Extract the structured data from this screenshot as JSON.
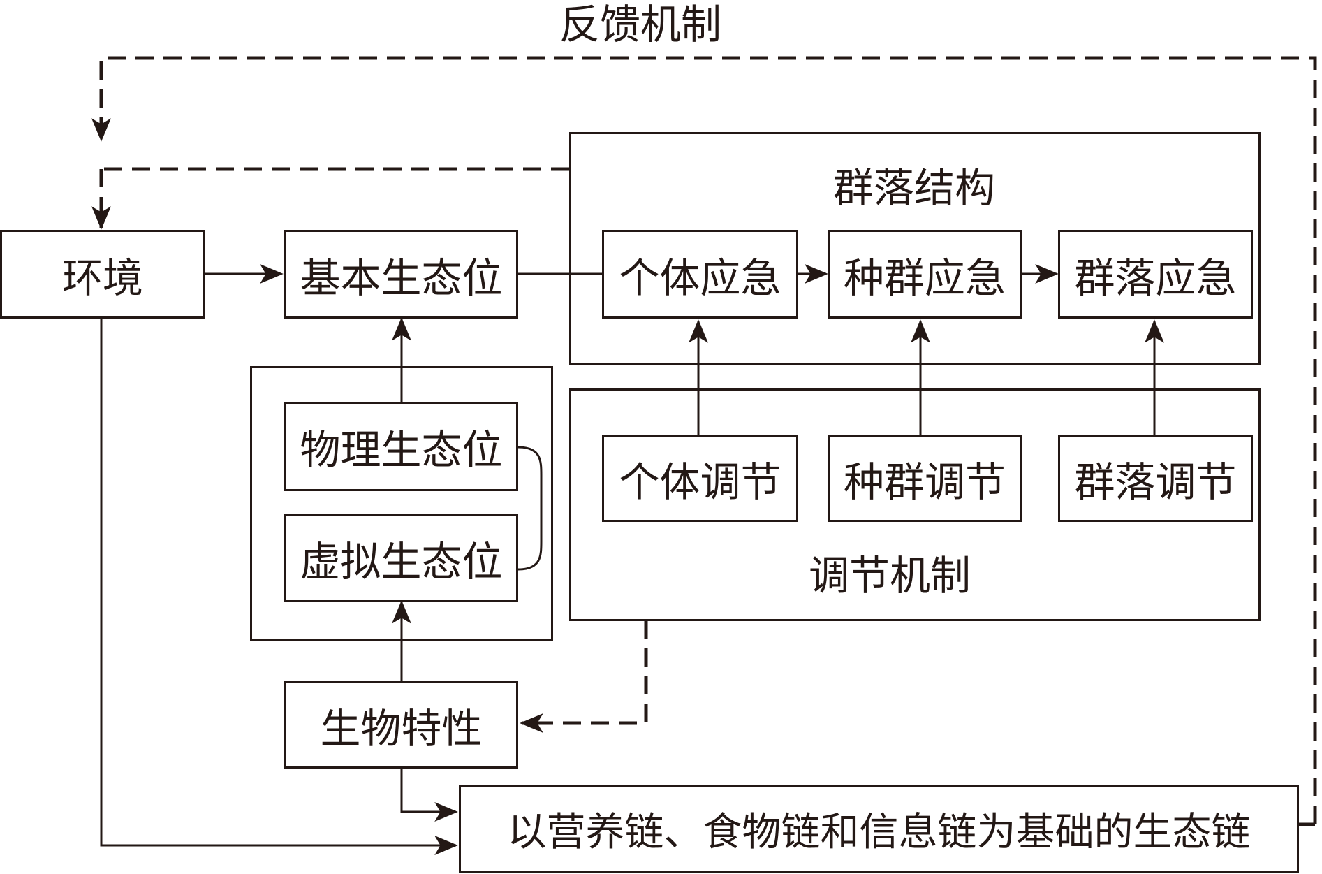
{
  "title": "反馈机制",
  "groups": {
    "community_structure": "群落结构",
    "regulation_mechanism": "调节机制"
  },
  "nodes": {
    "environment": "环境",
    "fundamental_niche": "基本生态位",
    "physical_niche": "物理生态位",
    "virtual_niche": "虚拟生态位",
    "biological_traits": "生物特性",
    "individual_emergency": "个体应急",
    "population_emergency": "种群应急",
    "community_emergency": "群落应急",
    "individual_regulation": "个体调节",
    "population_regulation": "种群调节",
    "community_regulation": "群落调节",
    "ecological_chain": "以营养链、食物链和信息链为基础的生态链"
  },
  "colors": {
    "stroke": "#231815",
    "background": "#ffffff"
  }
}
